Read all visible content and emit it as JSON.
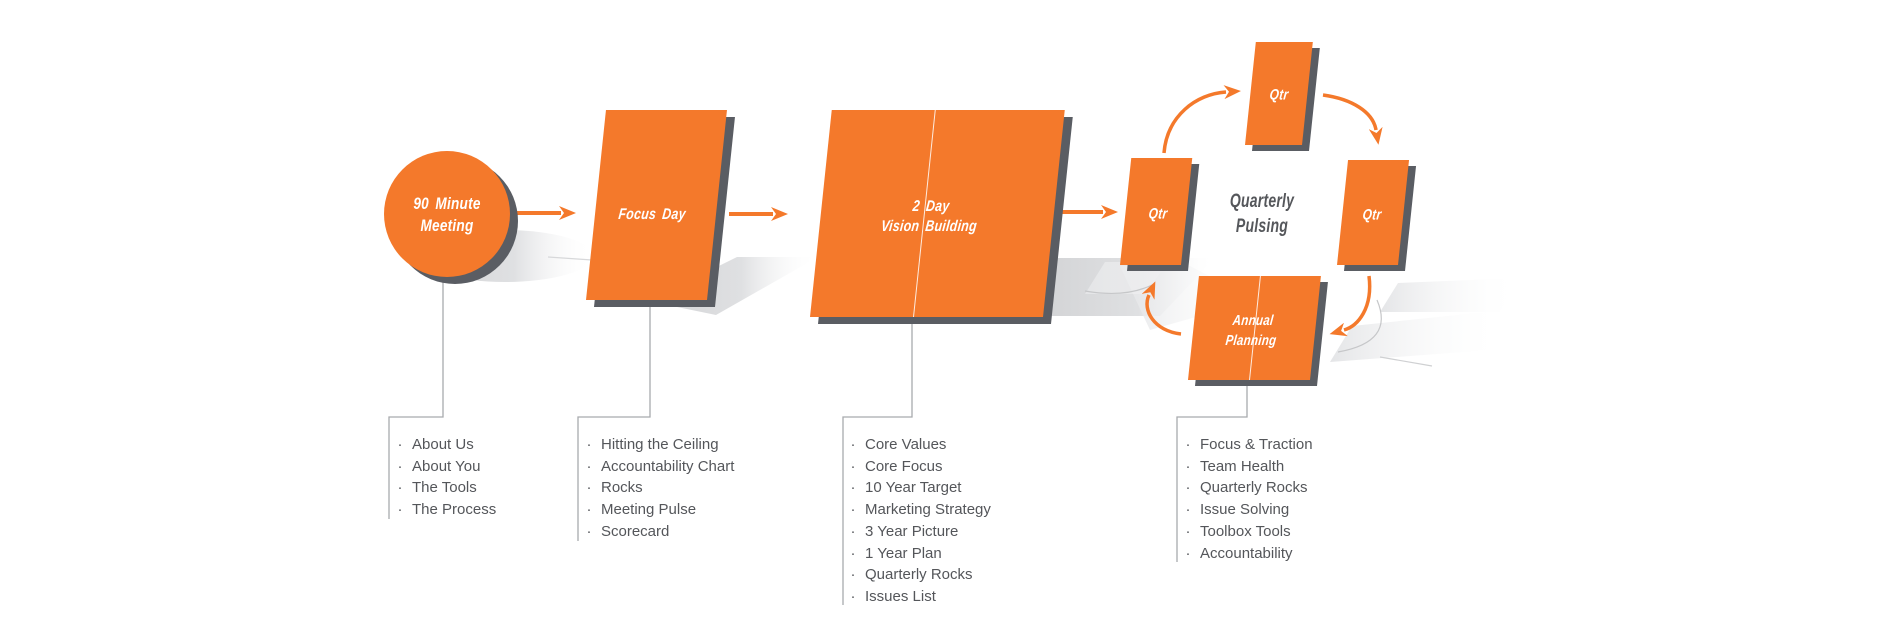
{
  "diagram": {
    "stages": [
      {
        "id": "meeting",
        "label": "90 Minute\nMeeting"
      },
      {
        "id": "focus-day",
        "label": "Focus Day"
      },
      {
        "id": "vision",
        "label": "2 Day\nVision Building"
      }
    ],
    "cycle": {
      "center_label": "Quarterly\nPulsing",
      "quarter_label_left": "Qtr",
      "quarter_label_top": "Qtr",
      "quarter_label_right": "Qtr",
      "annual_label": "Annual\nPlanning"
    },
    "bullet": "·",
    "columns": [
      {
        "items": [
          "About Us",
          "About You",
          "The Tools",
          "The Process"
        ]
      },
      {
        "items": [
          "Hitting the Ceiling",
          "Accountability Chart",
          "Rocks",
          "Meeting Pulse",
          "Scorecard"
        ]
      },
      {
        "items": [
          "Core Values",
          "Core Focus",
          "10 Year Target",
          "Marketing Strategy",
          "3 Year Picture",
          "1 Year Plan",
          "Quarterly Rocks",
          "Issues List"
        ]
      },
      {
        "items": [
          "Focus & Traction",
          "Team Health",
          "Quarterly Rocks",
          "Issue Solving",
          "Toolbox Tools",
          "Accountability"
        ]
      }
    ],
    "colors": {
      "orange": "#F4792B",
      "edge_gray": "#5A5D63",
      "text_gray": "#54565A",
      "line_gray": "#A8AAAD",
      "shadow_gray": "#D5D6D8",
      "background": "#FFFFFF"
    }
  }
}
